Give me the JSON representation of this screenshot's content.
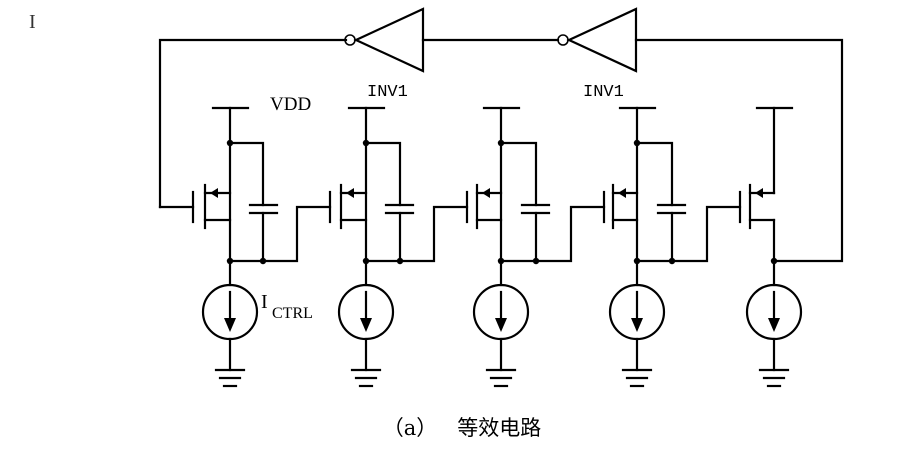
{
  "cursor_glyph": "I",
  "labels": {
    "vdd": "VDD",
    "inverter_left": "INV1",
    "inverter_right": "INV1",
    "current_main": "I",
    "current_sub": "CTRL"
  },
  "caption": {
    "tag": "（a）",
    "title": "等效电路"
  },
  "stage_count": 5
}
